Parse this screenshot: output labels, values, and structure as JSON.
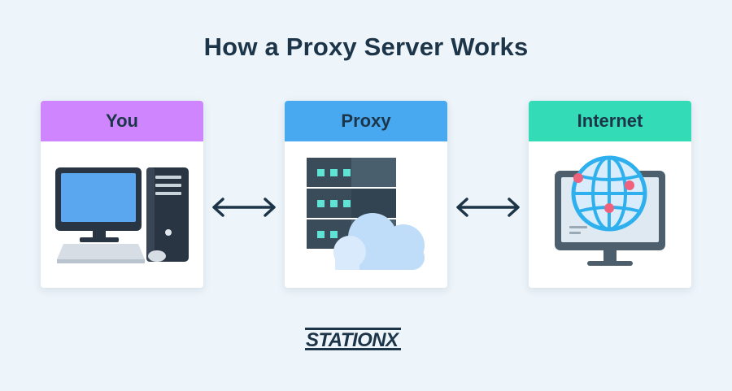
{
  "title": "How a Proxy Server Works",
  "nodes": [
    {
      "label": "You",
      "header_color": "#cf85fd",
      "icon": "desktop-computer-icon"
    },
    {
      "label": "Proxy",
      "header_color": "#49a9f0",
      "icon": "server-cloud-icon"
    },
    {
      "label": "Internet",
      "header_color": "#33dcb7",
      "icon": "globe-monitor-icon"
    }
  ],
  "connections": [
    {
      "from": "You",
      "to": "Proxy",
      "direction": "bidirectional"
    },
    {
      "from": "Proxy",
      "to": "Internet",
      "direction": "bidirectional"
    }
  ],
  "brand": {
    "logo_text": "STATIONX",
    "color": "#1d3549"
  },
  "colors": {
    "background": "#edf4fa",
    "title": "#1d3549",
    "arrow": "#1d3549"
  }
}
